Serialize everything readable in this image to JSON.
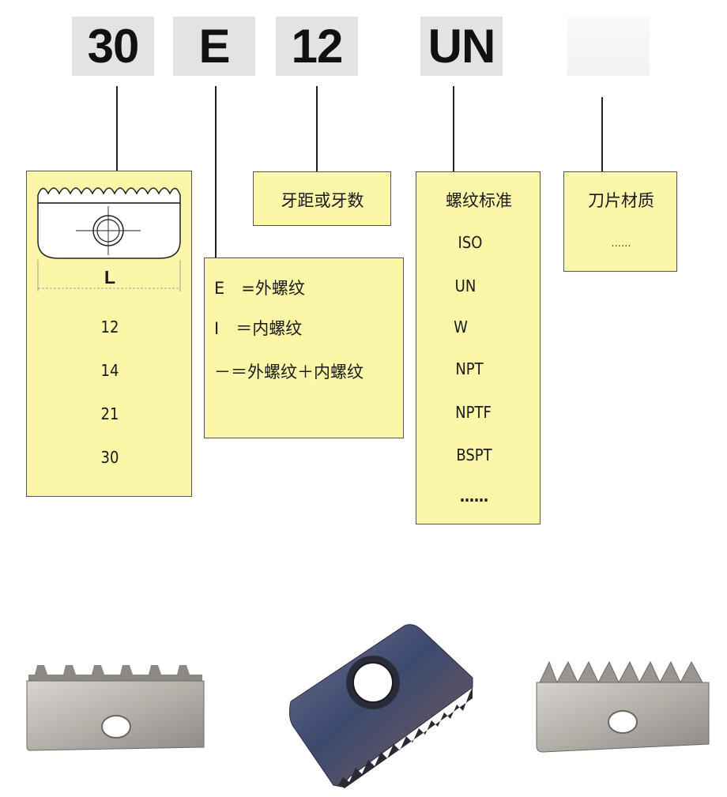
{
  "code": {
    "length": "30",
    "type": "E",
    "pitch": "12",
    "standard": "UN",
    "material": ""
  },
  "length_box": {
    "dimension_label": "L",
    "values": [
      "12",
      "14",
      "21",
      "30"
    ]
  },
  "type_box": {
    "items": [
      "E　=外螺纹",
      "I　＝内螺纹",
      "－＝外螺纹＋内螺纹"
    ]
  },
  "pitch_box": {
    "title": "牙距或牙数"
  },
  "standard_box": {
    "title": "螺纹标准",
    "items": [
      "ISO",
      "UN",
      "W",
      "NPT",
      "NPTF",
      "BSPT",
      "……"
    ]
  },
  "material_box": {
    "title": "刀片材质",
    "ellipsis": "……"
  },
  "colors": {
    "box_fill": "#fbf6a8",
    "code_fill": "#e3e3e3",
    "insert_metal": "#b9b4ae",
    "insert_coated": "#4d4e6a"
  }
}
